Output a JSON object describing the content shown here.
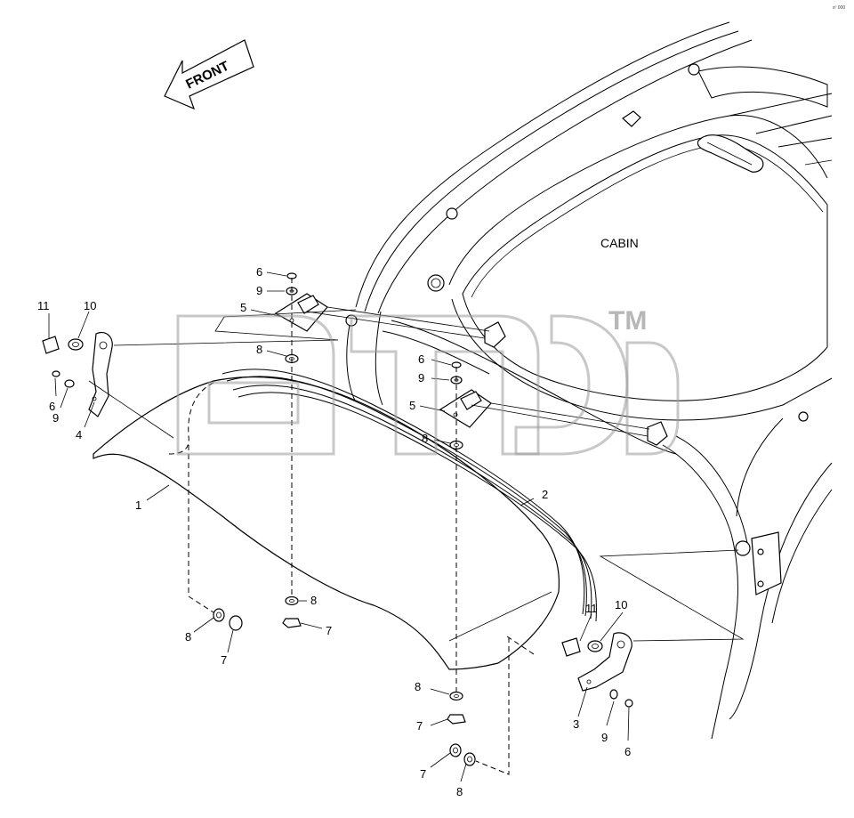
{
  "diagram": {
    "cabin_label": "CABIN",
    "front_label": "FRONT",
    "watermark_tm": "TM",
    "corner_code": "sº 000",
    "callouts": {
      "c11_left": "11",
      "c10_left": "10",
      "c6_left": "6",
      "c9_left": "9",
      "c4": "4",
      "c1": "1",
      "c6_top": "6",
      "c9_top": "9",
      "c5_top": "5",
      "c8_top": "8",
      "c6_mid": "6",
      "c9_mid": "9",
      "c5_mid": "5",
      "c8_mid": "8",
      "c2": "2",
      "c8_low_a": "8",
      "c7_low_a": "7",
      "c8_left_low": "8",
      "c7_left_low": "7",
      "c11_right": "11",
      "c10_right": "10",
      "c8_bottom_a": "8",
      "c7_bottom_a": "7",
      "c7_bottom_b": "7",
      "c8_bottom_b": "8",
      "c3": "3",
      "c9_right": "9",
      "c6_right": "6"
    }
  }
}
